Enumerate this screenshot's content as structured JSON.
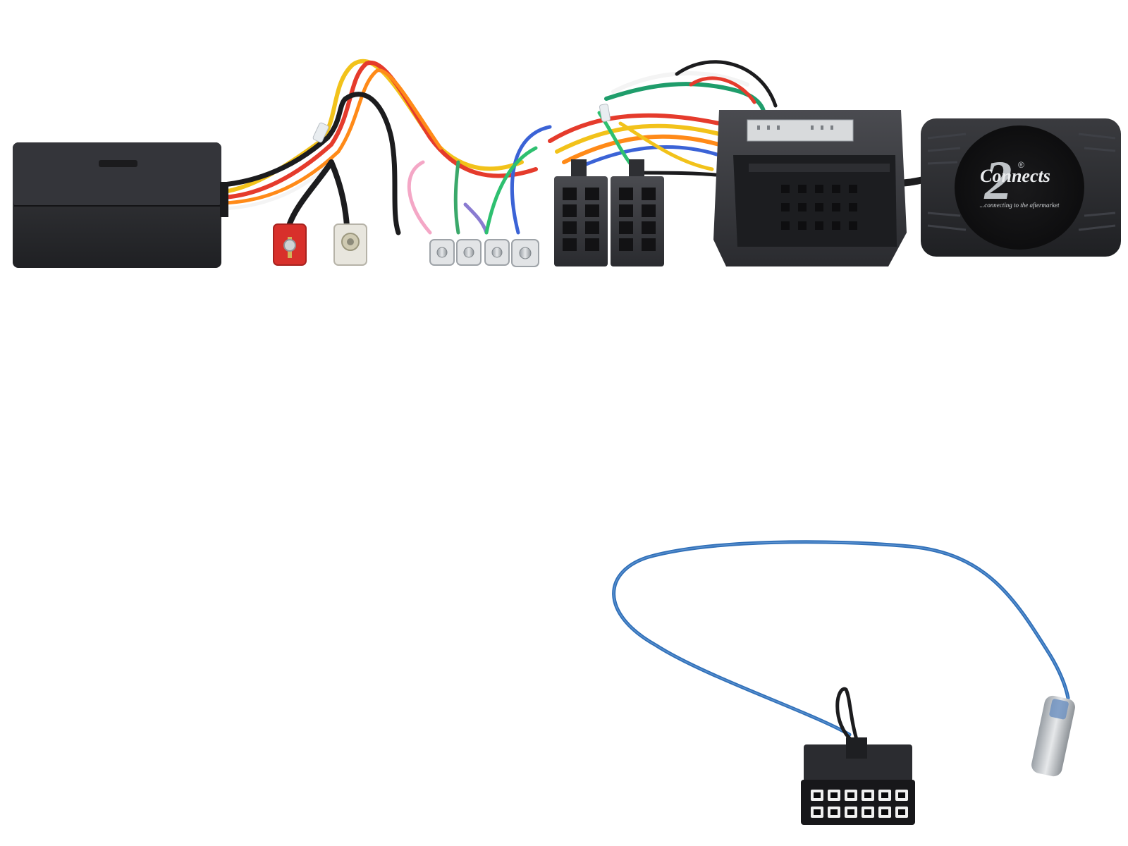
{
  "logo": {
    "brand_text": "Connects",
    "numeral": "2",
    "registered_mark": "®",
    "tagline": "...connecting to the aftermarket"
  },
  "palette": {
    "background": "#ffffff",
    "module_body": "#2a2b2e",
    "rca_red": "#d8302b",
    "antenna_cable_blue": "#2f6fb8"
  },
  "icons": [
    "interface-box",
    "rca-plug",
    "spade-terminal",
    "iso-connector",
    "vehicle-connector",
    "logo-module",
    "antenna-adapter",
    "antenna-plug",
    "molex-connector"
  ]
}
